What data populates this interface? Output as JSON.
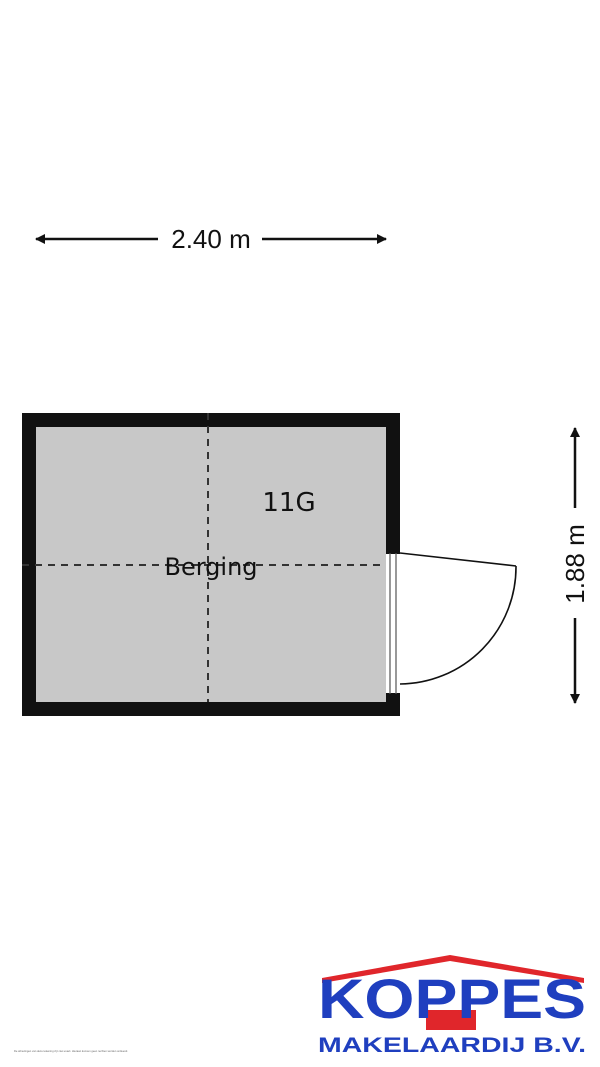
{
  "floorplan": {
    "width_dimension": "2.40 m",
    "height_dimension": "1.88 m",
    "room_name": "Berging",
    "unit_label": "11G"
  },
  "logo": {
    "brand": "KOPPES",
    "subtitle": "MAKELAARDIJ B.V.",
    "brand_color": "#1f3fbf",
    "roof_color": "#e0262b"
  },
  "footer": {
    "disclaimer": "De afmetingen van deze tekening zijn niet exact. Hieraan kunnen geen rechten worden ontleend."
  },
  "colors": {
    "wall": "#111111",
    "floor": "#c8c8c8",
    "background": "#ffffff"
  }
}
